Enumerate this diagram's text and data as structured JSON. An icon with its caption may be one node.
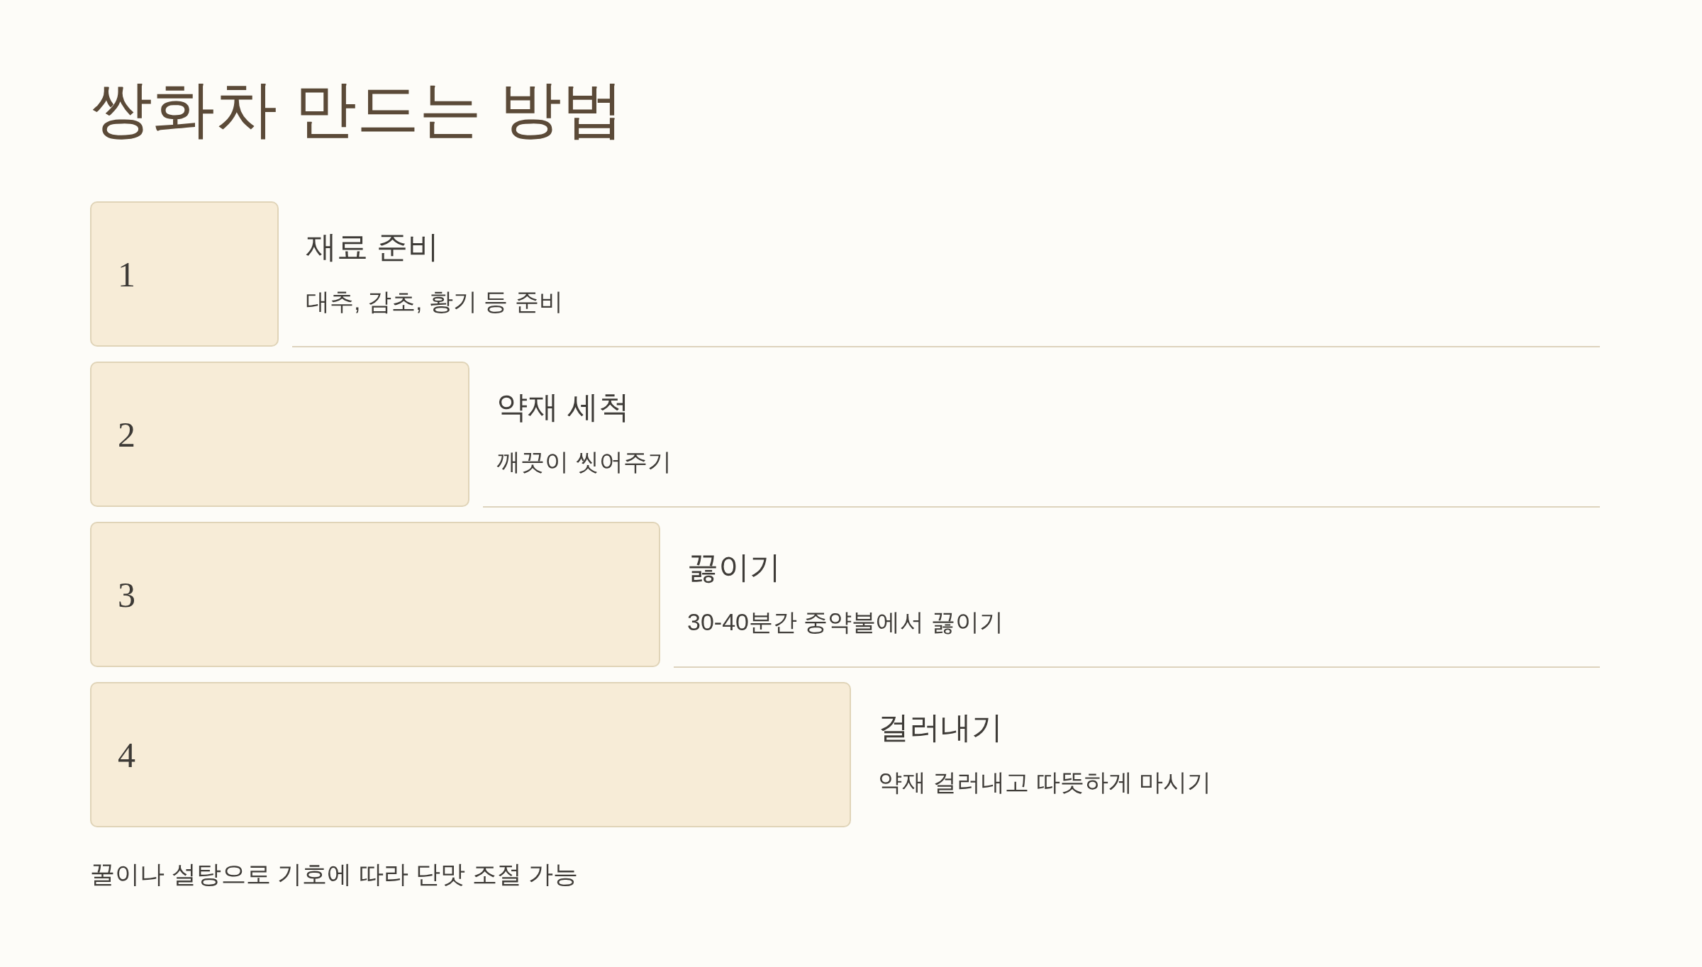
{
  "diagram": {
    "title": "쌍화차 만드는 방법",
    "nodes": [
      {
        "text": [
          "1"
        ],
        "beside": [
          "재료 준비",
          "대추, 감초, 황기 등 준비"
        ]
      },
      {
        "text": [
          "2"
        ],
        "beside": [
          "약재 세척",
          "깨끗이 씻어주기"
        ]
      },
      {
        "text": [
          "3"
        ],
        "beside": [
          "끓이기",
          "30-40분간 중약불에서 끓이기"
        ]
      },
      {
        "text": [
          "4"
        ],
        "beside": [
          "걸러내기",
          "약재 걸러내고 따뜻하게 마시기"
        ]
      }
    ],
    "labels": [
      "꿀이나 설탕으로 기호에 따라 단맛 조절 가능"
    ]
  }
}
